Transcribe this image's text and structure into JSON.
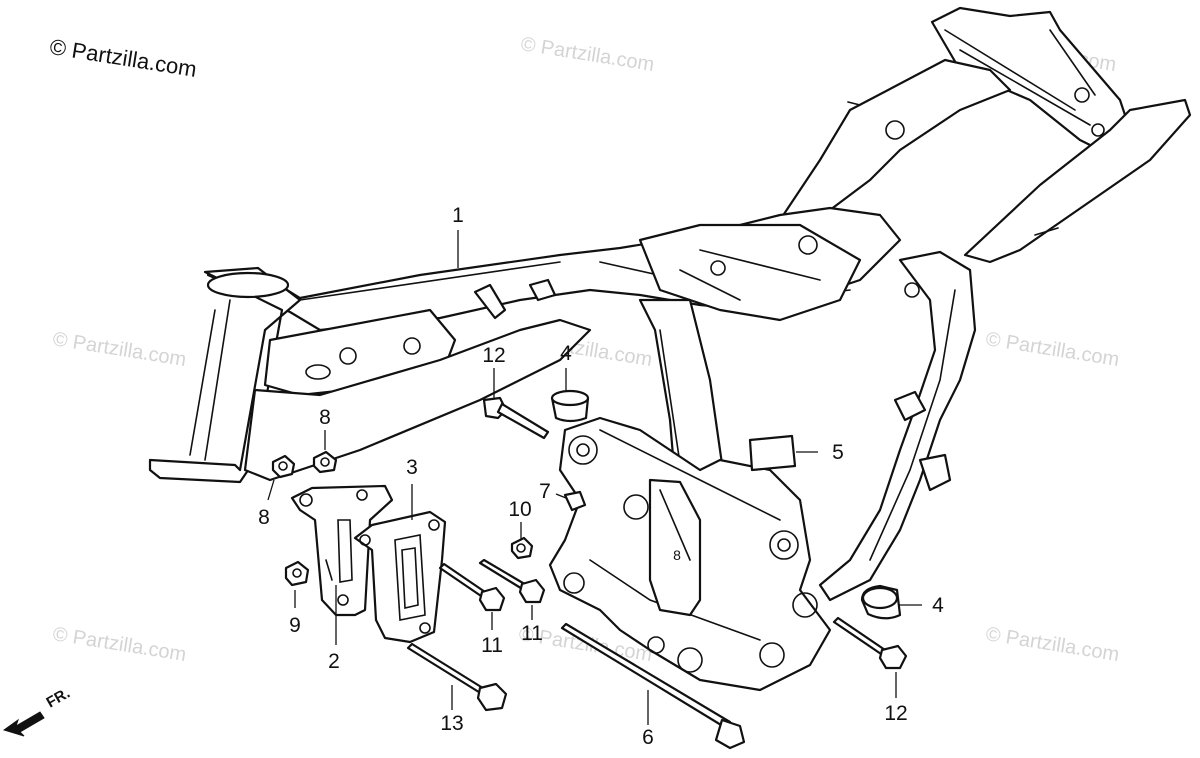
{
  "copyright": "© Partzilla.com",
  "watermark": "© Partzilla.com",
  "direction_label": "FR.",
  "callouts": {
    "frame": "1",
    "engine_hanger_plate_left": "2",
    "engine_hanger_plate_right": "3",
    "rubber_cushion_top": "4",
    "rubber_cushion_right": "4",
    "emblem": "5",
    "long_bolt": "6",
    "nut_7": "7",
    "nut_8_top": "8",
    "nut_8_left": "8",
    "nut_9": "9",
    "nut_10": "10",
    "bolt_11_left": "11",
    "bolt_11_right": "11",
    "bolt_12_top": "12",
    "bolt_12_bottom": "12",
    "bolt_13": "13",
    "frame_marking": "8"
  }
}
